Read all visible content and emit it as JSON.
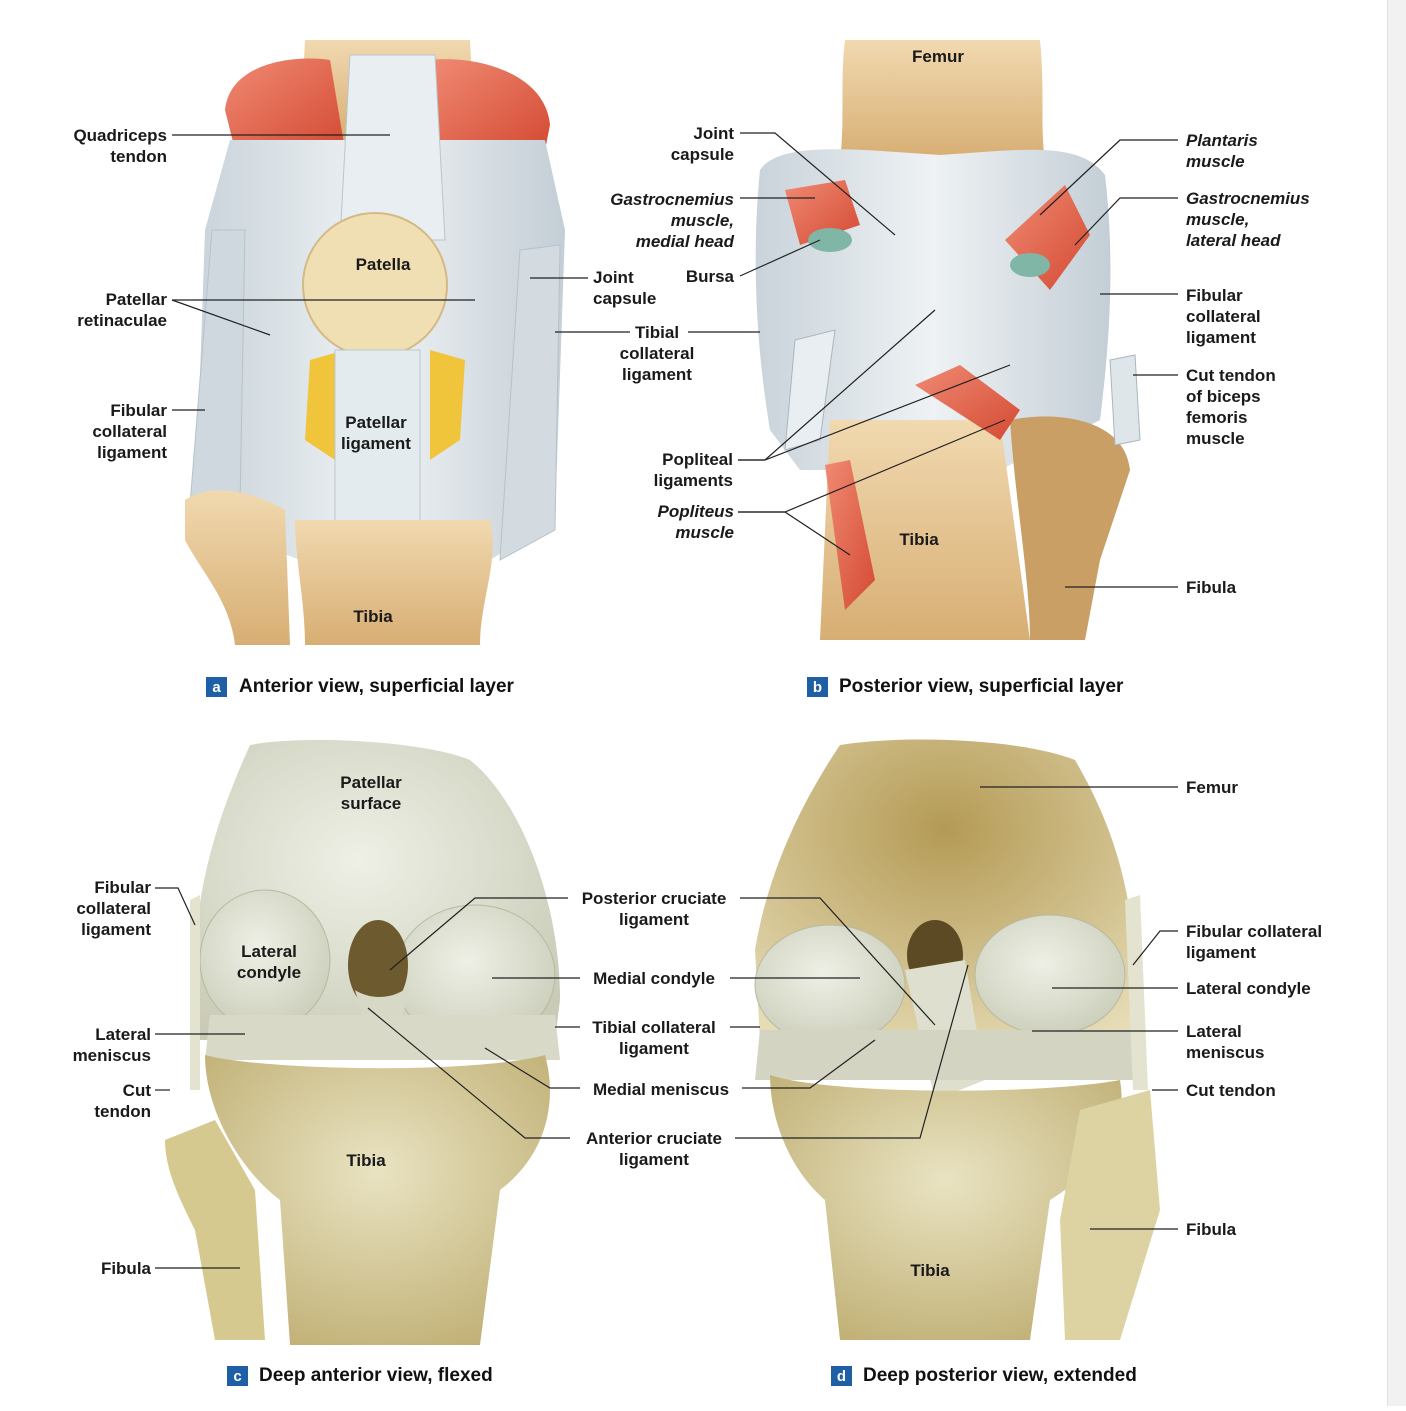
{
  "panels": {
    "a": {
      "letter": "a",
      "caption": "Anterior view, superficial layer",
      "labels": {
        "quadriceps": [
          "Quadriceps",
          "tendon"
        ],
        "patella": [
          "Patella"
        ],
        "patellar_ret": [
          "Patellar",
          "retinaculae"
        ],
        "fibular_coll": [
          "Fibular",
          "collateral",
          "ligament"
        ],
        "patellar_lig": [
          "Patellar",
          "ligament"
        ],
        "joint_capsule": [
          "Joint",
          "capsule"
        ],
        "tibial_coll": [
          "Tibial",
          "collateral",
          "ligament"
        ],
        "tibia": [
          "Tibia"
        ]
      }
    },
    "b": {
      "letter": "b",
      "caption": "Posterior view, superficial layer",
      "labels": {
        "femur": [
          "Femur"
        ],
        "joint_capsule": [
          "Joint",
          "capsule"
        ],
        "gastro_medial": [
          "Gastrocnemius",
          "muscle,",
          "medial head"
        ],
        "bursa": [
          "Bursa"
        ],
        "plantaris": [
          "Plantaris",
          "muscle"
        ],
        "gastro_lateral": [
          "Gastrocnemius",
          "muscle,",
          "lateral head"
        ],
        "fibular_coll": [
          "Fibular",
          "collateral",
          "ligament"
        ],
        "cut_tendon": [
          "Cut tendon",
          "of biceps",
          "femoris",
          "muscle"
        ],
        "popliteal": [
          "Popliteal",
          "ligaments"
        ],
        "popliteus": [
          "Popliteus",
          "muscle"
        ],
        "tibia": [
          "Tibia"
        ],
        "fibula": [
          "Fibula"
        ]
      }
    },
    "c": {
      "letter": "c",
      "caption": "Deep anterior view, flexed",
      "labels": {
        "patellar_surface": [
          "Patellar",
          "surface"
        ],
        "fibular_coll": [
          "Fibular",
          "collateral",
          "ligament"
        ],
        "lateral_condyle": [
          "Lateral",
          "condyle"
        ],
        "lateral_meniscus": [
          "Lateral",
          "meniscus"
        ],
        "cut_tendon": [
          "Cut",
          "tendon"
        ],
        "tibia": [
          "Tibia"
        ],
        "fibula": [
          "Fibula"
        ]
      }
    },
    "center": {
      "labels": {
        "pcl": [
          "Posterior cruciate",
          "ligament"
        ],
        "medial_condyle": [
          "Medial condyle"
        ],
        "tibial_coll": [
          "Tibial collateral",
          "ligament"
        ],
        "medial_meniscus": [
          "Medial meniscus"
        ],
        "acl": [
          "Anterior cruciate",
          "ligament"
        ]
      }
    },
    "d": {
      "letter": "d",
      "caption": "Deep posterior view, extended",
      "labels": {
        "femur": [
          "Femur"
        ],
        "fibular_coll": [
          "Fibular collateral",
          "ligament"
        ],
        "lateral_condyle": [
          "Lateral condyle"
        ],
        "lateral_meniscus": [
          "Lateral",
          "meniscus"
        ],
        "cut_tendon": [
          "Cut tendon"
        ],
        "fibula": [
          "Fibula"
        ],
        "tibia": [
          "Tibia"
        ]
      }
    }
  },
  "colors": {
    "bone": "#e6c79b",
    "bone_dark": "#c99f66",
    "ligament": "#dfe6ea",
    "muscle": "#e2614a",
    "fat": "#f0c53c",
    "bursa": "#7fb6a6",
    "photo_bone": "#d9cf9a",
    "photo_cartilage": "#dcdcc8",
    "caption_box": "#1f5fa6"
  }
}
